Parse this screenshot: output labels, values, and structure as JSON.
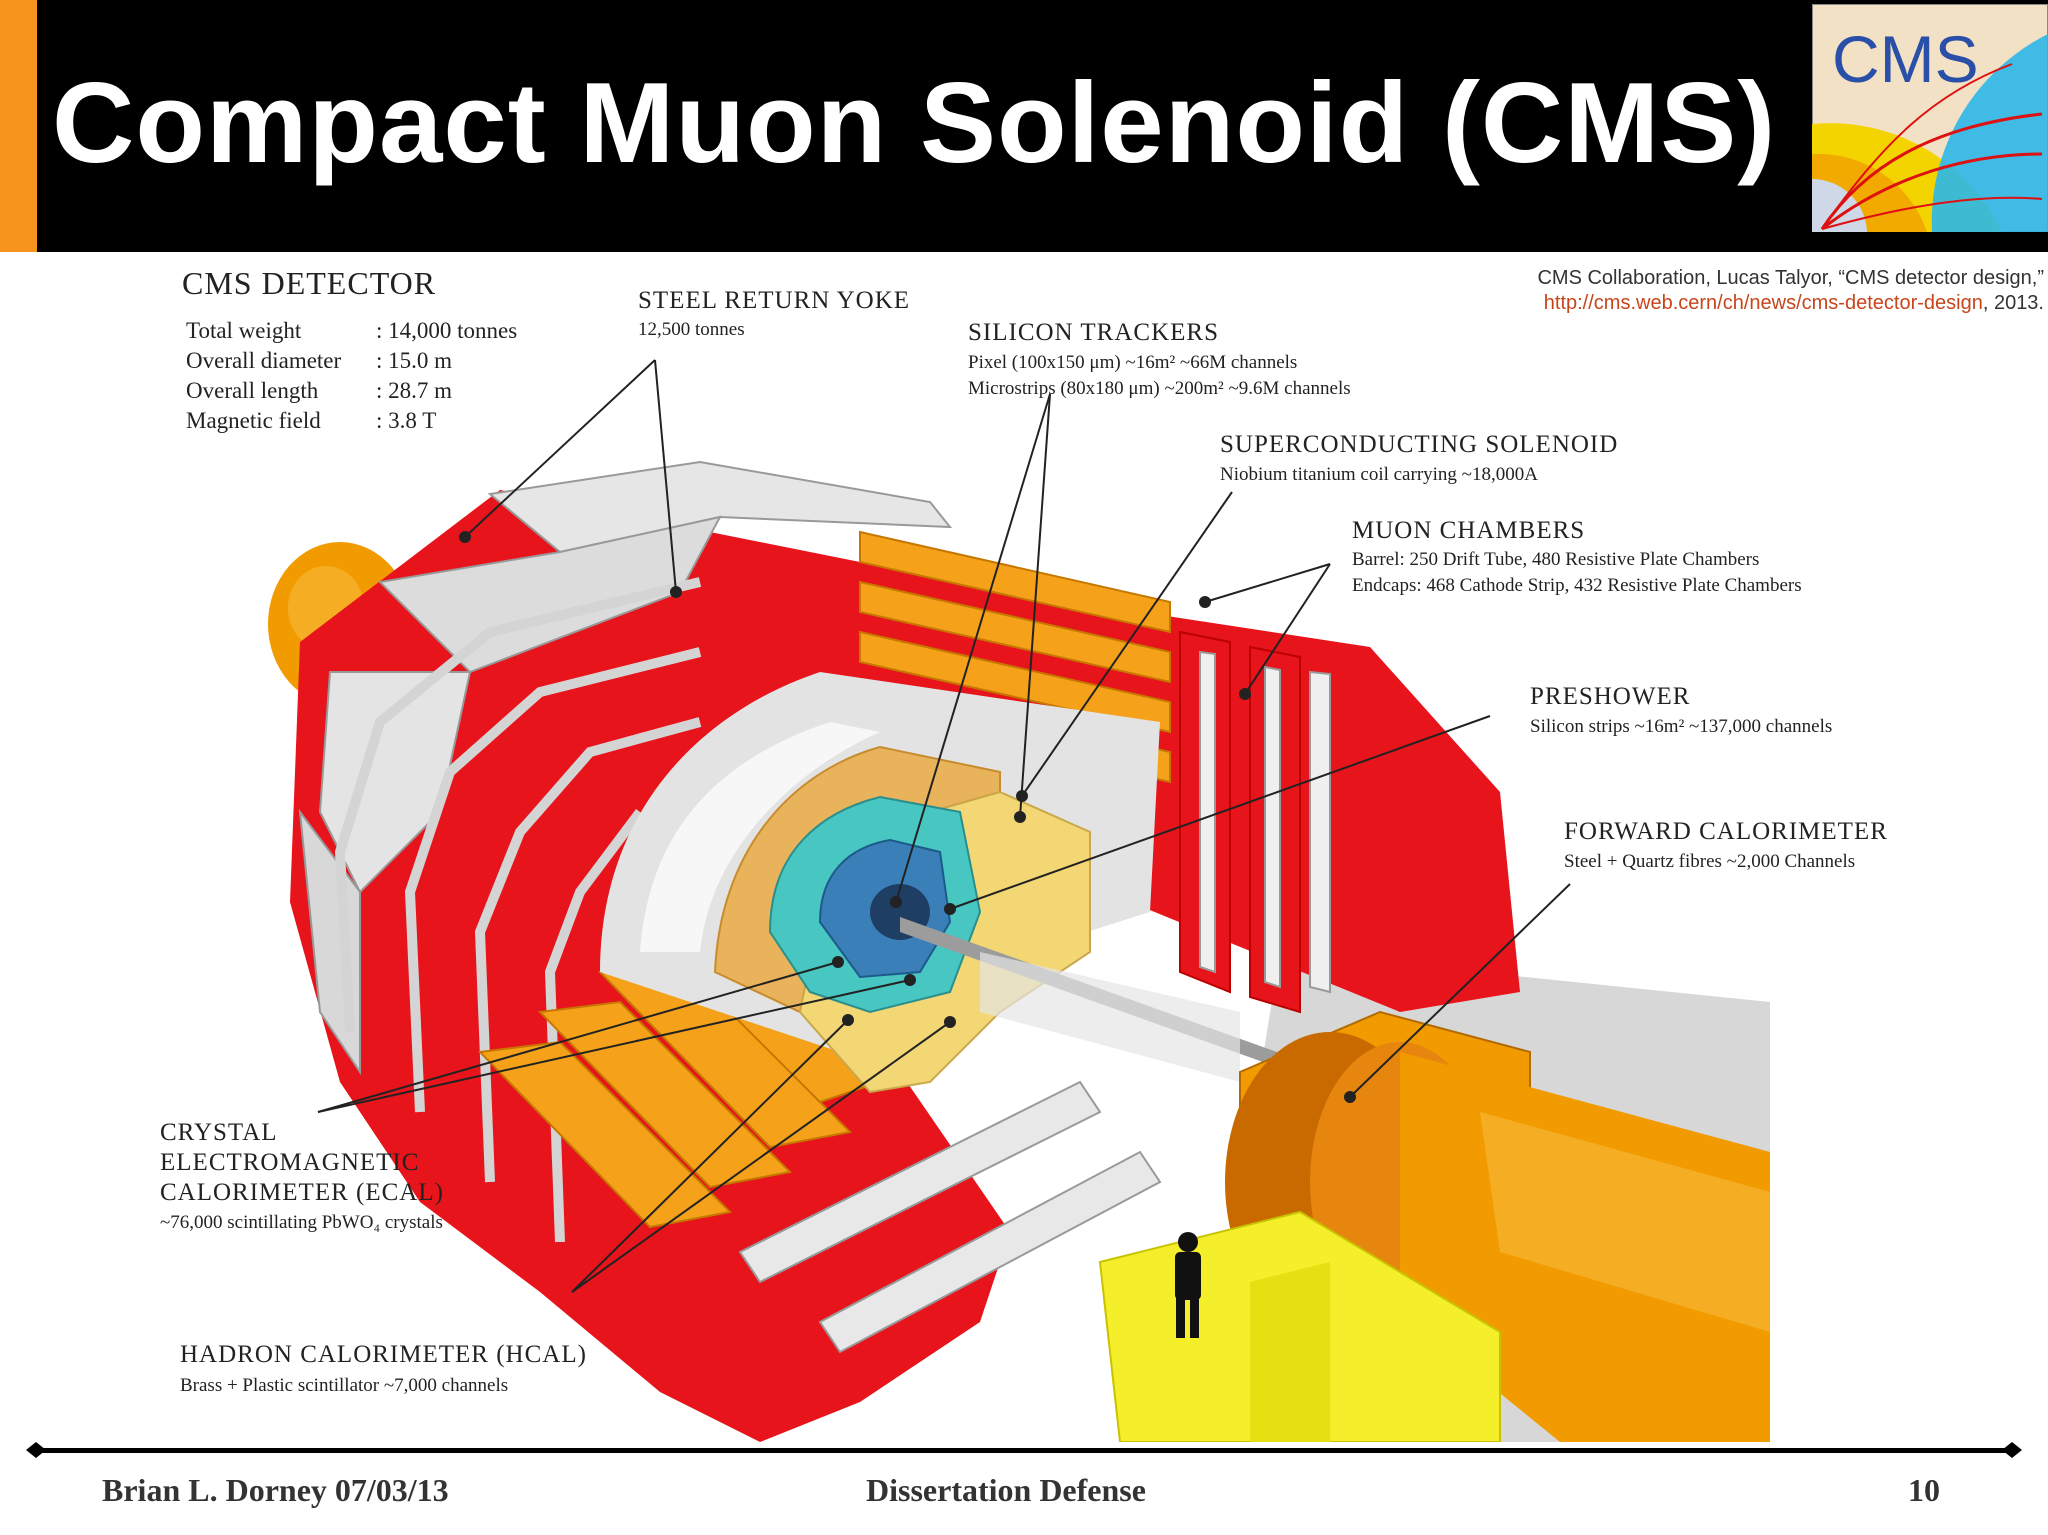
{
  "slide": {
    "title": "Compact Muon Solenoid (CMS)",
    "logo_text": "CMS",
    "citation": {
      "line1": "CMS Collaboration, Lucas Talyor, “CMS detector design,”",
      "link": "http://cms.web.cern/ch/news/cms-detector-design",
      "suffix": ", 2013."
    },
    "footer": {
      "author_date": "Brian L. Dorney 07/03/13",
      "event": "Dissertation Defense",
      "page_number": "10"
    }
  },
  "diagram": {
    "title": "CMS DETECTOR",
    "specs": [
      {
        "label": "Total weight",
        "value": ": 14,000 tonnes"
      },
      {
        "label": "Overall diameter",
        "value": ": 15.0 m"
      },
      {
        "label": "Overall length",
        "value": ": 28.7 m"
      },
      {
        "label": "Magnetic field",
        "value": ": 3.8 T"
      }
    ],
    "yoke": {
      "heading": "STEEL RETURN YOKE",
      "detail": "12,500 tonnes"
    },
    "trackers": {
      "heading": "SILICON TRACKERS",
      "detail1": "Pixel (100x150 μm) ~16m² ~66M channels",
      "detail2": "Microstrips (80x180 μm) ~200m² ~9.6M channels"
    },
    "solenoid": {
      "heading": "SUPERCONDUCTING SOLENOID",
      "detail": "Niobium titanium coil carrying ~18,000A"
    },
    "muon": {
      "heading": "MUON CHAMBERS",
      "detail1": "Barrel: 250 Drift Tube, 480 Resistive Plate Chambers",
      "detail2": "Endcaps: 468 Cathode Strip, 432 Resistive Plate Chambers"
    },
    "preshower": {
      "heading": "PRESHOWER",
      "detail": "Silicon strips ~16m² ~137,000 channels"
    },
    "forward": {
      "heading": "FORWARD CALORIMETER",
      "detail": "Steel + Quartz fibres ~2,000 Channels"
    },
    "ecal": {
      "heading1": "CRYSTAL",
      "heading2": "ELECTROMAGNETIC",
      "heading3": "CALORIMETER (ECAL)",
      "detail": "~76,000 scintillating PbWO₄ crystals"
    },
    "hcal": {
      "heading": "HADRON CALORIMETER (HCAL)",
      "detail": "Brass + Plastic scintillator ~7,000 channels"
    }
  }
}
